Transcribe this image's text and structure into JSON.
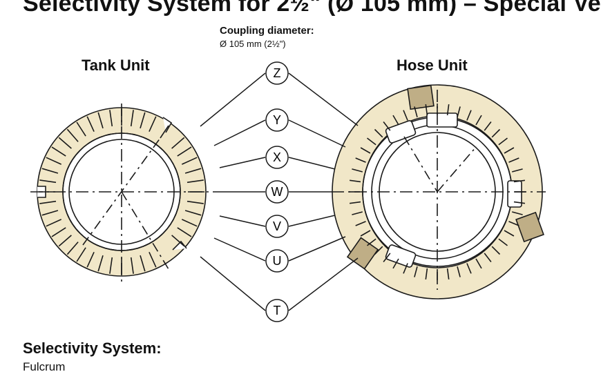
{
  "title": "Selectivity System for 2½\" (Ø 105 mm) – Special Ve",
  "coupling": {
    "label": "Coupling diameter:",
    "value": "Ø 105 mm (2½\")"
  },
  "tank_unit": {
    "title": "Tank Unit"
  },
  "hose_unit": {
    "title": "Hose Unit"
  },
  "positions": [
    "Z",
    "Y",
    "X",
    "W",
    "V",
    "U",
    "T"
  ],
  "selectivity": {
    "label": "Selectivity System:",
    "value": "Fulcrum"
  },
  "colors": {
    "ring_fill": "#f1e7c8",
    "stroke": "#1a1a1a",
    "background": "#ffffff"
  }
}
